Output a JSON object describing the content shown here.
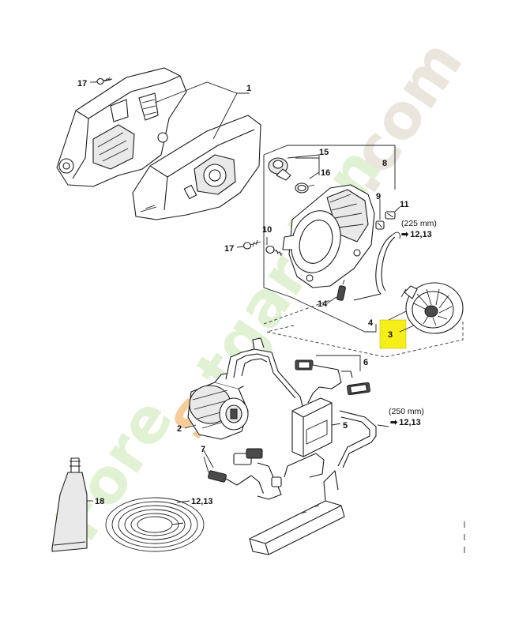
{
  "callouts": {
    "c1": "1",
    "c2": "2",
    "c3": "3",
    "c4": "4",
    "c5": "5",
    "c6": "6",
    "c7": "7",
    "c8": "8",
    "c9": "9",
    "c10": "10",
    "c11": "11",
    "c14": "14",
    "c15": "15",
    "c16": "16",
    "c17a": "17",
    "c17b": "17",
    "c18": "18",
    "c1213": "12,13"
  },
  "notes": {
    "hose_top_length": "(225 mm)",
    "hose_top_ref": "12,13",
    "hose_bottom_length": "(250 mm)",
    "hose_bottom_ref": "12,13",
    "arrow_glyph": "➡"
  },
  "highlight": {
    "color": "#f5ee1a",
    "callout": "3"
  },
  "watermark": {
    "text": "Forestgarden.com"
  },
  "colors": {
    "line": "#1a1a1a",
    "watermark_green": "#c9e6b0",
    "watermark_brown": "#d9d2c2",
    "watermark_orange": "#f0a24a"
  }
}
